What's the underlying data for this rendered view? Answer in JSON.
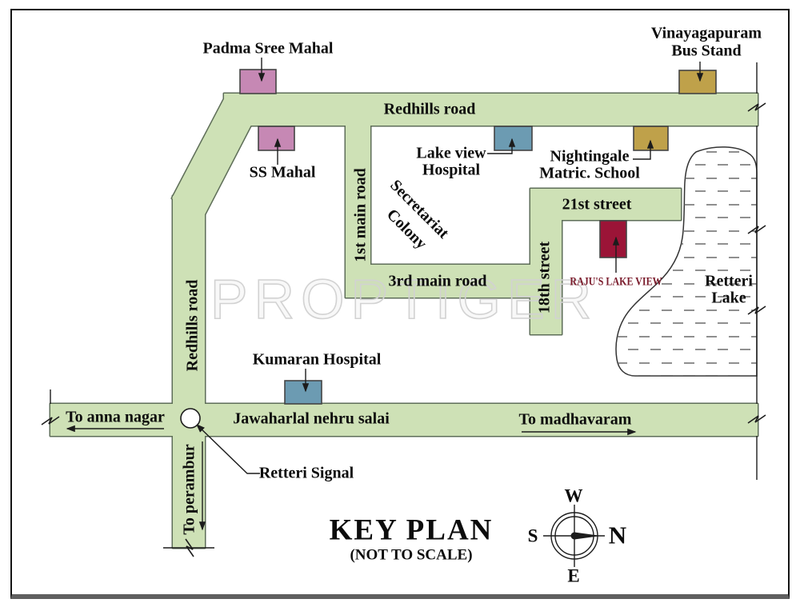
{
  "title": {
    "main": "KEY PLAN",
    "scale_note": "(NOT TO SCALE)"
  },
  "watermark": "PROPTIGER",
  "roads": {
    "redhills_top": "Redhills road",
    "redhills_left": "Redhills road",
    "first_main": "1st main road",
    "third_main": "3rd main road",
    "street_21": "21st street",
    "street_18": "18th street",
    "jawaharlal": "Jawaharlal nehru salai"
  },
  "directions": {
    "anna_nagar": "To anna nagar",
    "madhavaram": "To madhavaram",
    "perambur": "To perambur"
  },
  "places": {
    "padma": "Padma Sree Mahal",
    "ss_mahal": "SS Mahal",
    "bus_stand_1": "Vinayagapuram",
    "bus_stand_2": "Bus Stand",
    "lakeview_1": "Lake view",
    "lakeview_2": "Hospital",
    "nightingale_1": "Nightingale",
    "nightingale_2": "Matric. School",
    "secretariat_1": "Secretariat",
    "secretariat_2": "Colony",
    "rajus": "RAJU'S LAKE VIEW",
    "kumaran": "Kumaran Hospital",
    "retteri_signal": "Retteri Signal",
    "lake_1": "Retteri",
    "lake_2": "Lake"
  },
  "compass": {
    "n": "N",
    "s": "S",
    "e": "E",
    "w": "W"
  },
  "colors": {
    "road_fill": "#cee1b6",
    "road_stroke": "#5e6e58",
    "building_stroke": "#444444",
    "pink": "#c688b4",
    "tan": "#bfa14a",
    "blue": "#6c9bb2",
    "crimson": "#9b1437",
    "rajus_text": "#7a1b2b",
    "line": "#1c1c1c",
    "marsh_dash": "#5f5f5f",
    "lake_stroke": "#333333"
  }
}
